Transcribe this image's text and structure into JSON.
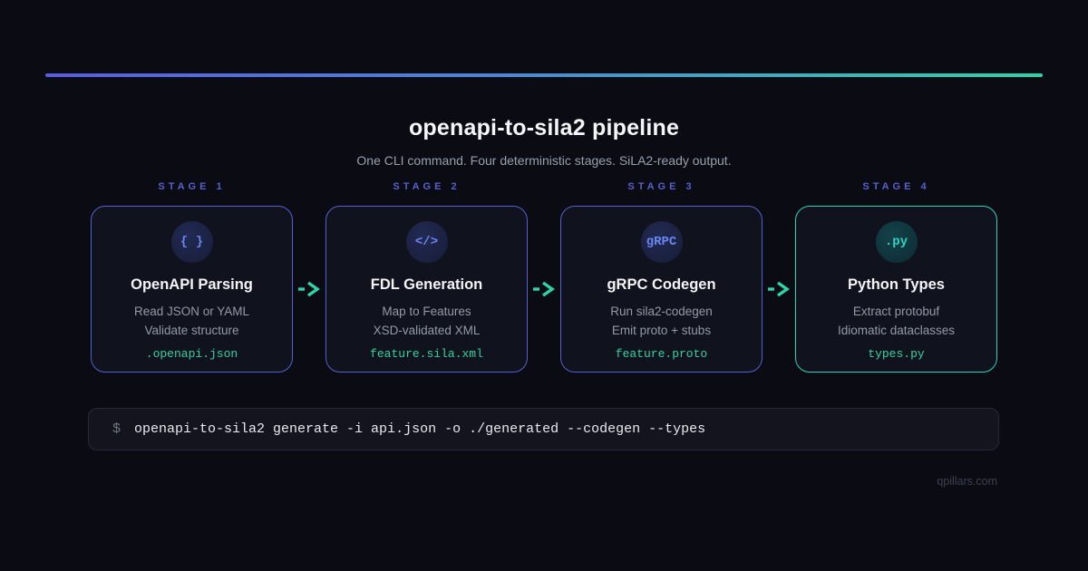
{
  "header": {
    "title": "openapi-to-sila2 pipeline",
    "subtitle": "One CLI command. Four deterministic stages. SiLA2-ready output."
  },
  "stages": [
    {
      "label": "STAGE 1",
      "icon": "{ }",
      "title": "OpenAPI Parsing",
      "line1": "Read JSON or YAML",
      "line2": "Validate structure",
      "file": ".openapi.json"
    },
    {
      "label": "STAGE 2",
      "icon": "</>",
      "title": "FDL Generation",
      "line1": "Map to Features",
      "line2": "XSD-validated XML",
      "file": "feature.sila.xml"
    },
    {
      "label": "STAGE 3",
      "icon": "gRPC",
      "title": "gRPC Codegen",
      "line1": "Run sila2-codegen",
      "line2": "Emit proto + stubs",
      "file": "feature.proto"
    },
    {
      "label": "STAGE 4",
      "icon": ".py",
      "title": "Python Types",
      "line1": "Extract protobuf",
      "line2": "Idiomatic dataclasses",
      "file": "types.py"
    }
  ],
  "command": {
    "prompt": "$",
    "text": "openapi-to-sila2 generate -i api.json -o ./generated --codegen --types"
  },
  "footer": "qpillars.com",
  "colors": {
    "background": "#0a0b13",
    "accent_indigo": "#5560d4",
    "accent_teal": "#2cd4b6",
    "file_label_green": "#32d3a0",
    "gradient_left": "#5a5ce0",
    "gradient_right": "#2ed3a8"
  }
}
